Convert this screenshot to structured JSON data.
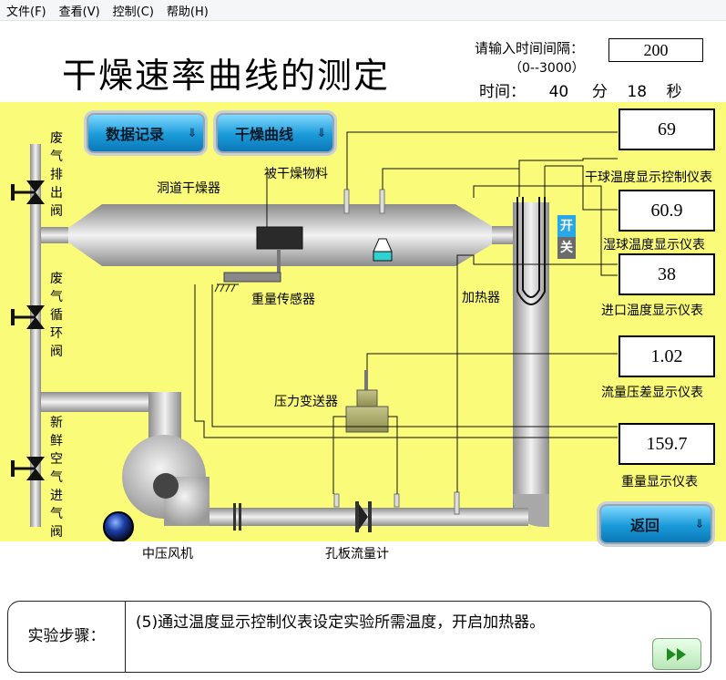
{
  "menu": [
    "文件(F)",
    "查看(V)",
    "控制(C)",
    "帮助(H)"
  ],
  "title": "干燥速率曲线的测定",
  "interval": {
    "prompt": "请输入时间间隔：",
    "range": "（0--3000）",
    "value": "200"
  },
  "elapsed": {
    "label": "时间：",
    "minutes": "40",
    "min_unit": "分",
    "seconds": "18",
    "sec_unit": "秒"
  },
  "buttons": {
    "data_record": "数据记录",
    "drying_curve": "干燥曲线",
    "back": "返回",
    "arrow": "⇓"
  },
  "switch": {
    "on": "开",
    "off": "关"
  },
  "valves": {
    "exhaust": "废气排出阀",
    "recycle": "废气循环阀",
    "fresh": "新鲜空气进气阀"
  },
  "labels": {
    "tunnel_dryer": "洞道干燥器",
    "material": "被干燥物料",
    "weight_sensor": "重量传感器",
    "heater": "加热器",
    "pressure_transmitter": "压力变送器",
    "fan": "中压风机",
    "orifice_meter": "孔板流量计"
  },
  "displays": [
    {
      "value": "69",
      "label": "干球温度显示控制仪表"
    },
    {
      "value": "60.9",
      "label": "湿球温度显示仪表"
    },
    {
      "value": "38",
      "label": "进口温度显示仪表"
    },
    {
      "value": "1.02",
      "label": "流量压差显示仪表"
    },
    {
      "value": "159.7",
      "label": "重量显示仪表"
    }
  ],
  "steps": {
    "header": "实验步骤：",
    "text": "(5)通过温度显示控制仪表设定实验所需温度，开启加热器。"
  },
  "colors": {
    "panel": "#fbfb7a",
    "button": "#1a9ad8",
    "switch_on": "#29a8e8",
    "switch_off": "#6b6b6b",
    "water": "#2fd2d2"
  }
}
